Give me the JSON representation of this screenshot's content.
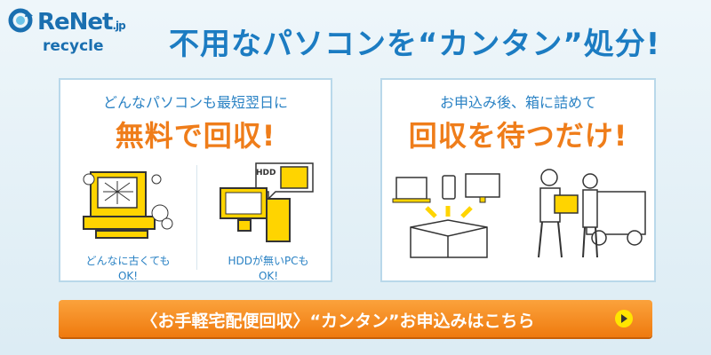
{
  "logo": {
    "name": "ReNet",
    "suffix": ".jp",
    "sub": "recycle"
  },
  "headline": "不用なパソコンを“カンタン”処分!",
  "left_panel": {
    "subtitle": "どんなパソコンも最短翌日に",
    "title": "無料で回収!",
    "items": [
      {
        "caption_line1": "どんなに古くても",
        "caption_line2": "OK!"
      },
      {
        "caption_line1": "HDDが無いPCも",
        "caption_line2": "OK!",
        "badge": "HDD"
      }
    ]
  },
  "right_panel": {
    "subtitle": "お申込み後、箱に詰めて",
    "title": "回収を待つだけ!"
  },
  "cta": {
    "label": "〈お手軽宅配便回収〉“カンタン”お申込みはこちら",
    "arrow_icon": "play-arrow-icon"
  },
  "colors": {
    "blue": "#1c7cc2",
    "orange": "#ef7d1a",
    "yellow": "#ffd400"
  }
}
